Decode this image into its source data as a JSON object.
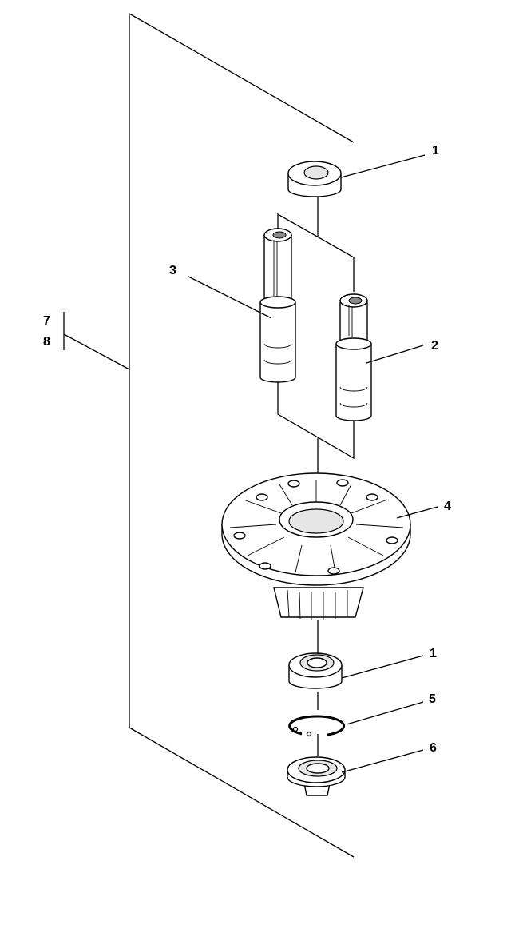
{
  "callouts": [
    {
      "id": "c1-top",
      "text": "1"
    },
    {
      "id": "c3",
      "text": "3"
    },
    {
      "id": "c2",
      "text": "2"
    },
    {
      "id": "c7",
      "text": "7"
    },
    {
      "id": "c8",
      "text": "8"
    },
    {
      "id": "c4",
      "text": "4"
    },
    {
      "id": "c1-bottom",
      "text": "1"
    },
    {
      "id": "c5",
      "text": "5"
    },
    {
      "id": "c6",
      "text": "6"
    }
  ]
}
